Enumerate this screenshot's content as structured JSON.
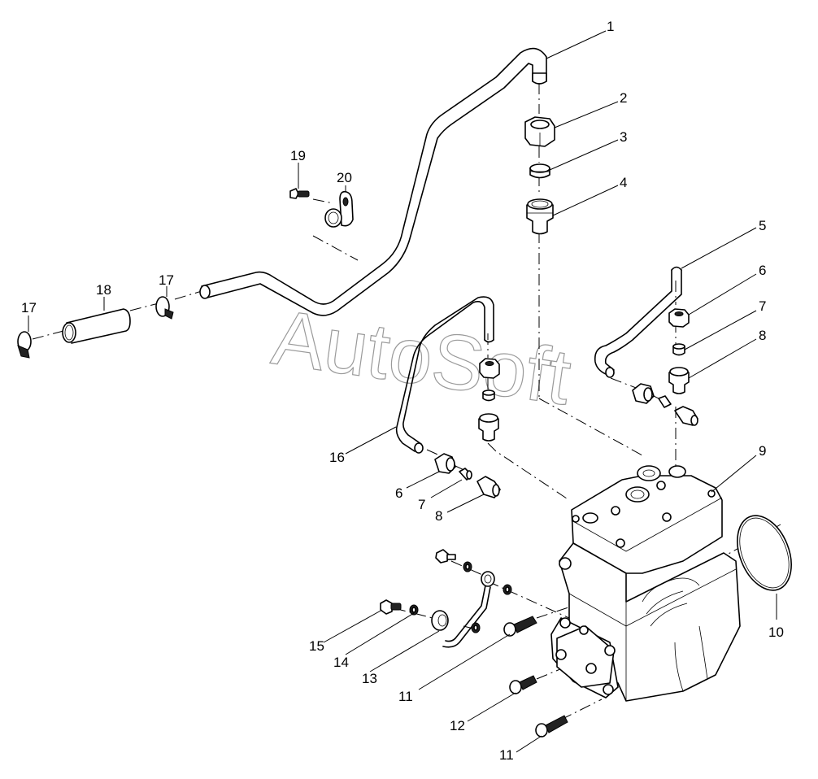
{
  "diagram": {
    "type": "exploded-parts-view",
    "subject": "Air compressor with pipes and fittings",
    "watermark": "AutoSoft",
    "callouts": [
      {
        "id": "c1",
        "label": "1",
        "part": "coolant/air pipe (long)"
      },
      {
        "id": "c2",
        "label": "2",
        "part": "union nut"
      },
      {
        "id": "c3",
        "label": "3",
        "part": "compression ring"
      },
      {
        "id": "c4",
        "label": "4",
        "part": "union fitting"
      },
      {
        "id": "c5",
        "label": "5",
        "part": "pipe (right)"
      },
      {
        "id": "c6a",
        "label": "6",
        "part": "union nut"
      },
      {
        "id": "c7a",
        "label": "7",
        "part": "compression ring"
      },
      {
        "id": "c8a",
        "label": "8",
        "part": "union fitting"
      },
      {
        "id": "c9",
        "label": "9",
        "part": "air compressor"
      },
      {
        "id": "c10",
        "label": "10",
        "part": "O-ring"
      },
      {
        "id": "c11a",
        "label": "11",
        "part": "socket head screw"
      },
      {
        "id": "c12",
        "label": "12",
        "part": "socket head screw"
      },
      {
        "id": "c11b",
        "label": "11",
        "part": "socket head screw"
      },
      {
        "id": "c13",
        "label": "13",
        "part": "oil pipe"
      },
      {
        "id": "c14",
        "label": "14",
        "part": "sealing washer"
      },
      {
        "id": "c15",
        "label": "15",
        "part": "banjo bolt"
      },
      {
        "id": "c16",
        "label": "16",
        "part": "pipe (left)"
      },
      {
        "id": "c6b",
        "label": "6",
        "part": "union nut"
      },
      {
        "id": "c7b",
        "label": "7",
        "part": "compression ring"
      },
      {
        "id": "c8b",
        "label": "8",
        "part": "union fitting"
      },
      {
        "id": "c17a",
        "label": "17",
        "part": "hose clamp"
      },
      {
        "id": "c18",
        "label": "18",
        "part": "hose"
      },
      {
        "id": "c17b",
        "label": "17",
        "part": "hose clamp"
      },
      {
        "id": "c19",
        "label": "19",
        "part": "screw"
      },
      {
        "id": "c20",
        "label": "20",
        "part": "pipe clip"
      }
    ]
  }
}
